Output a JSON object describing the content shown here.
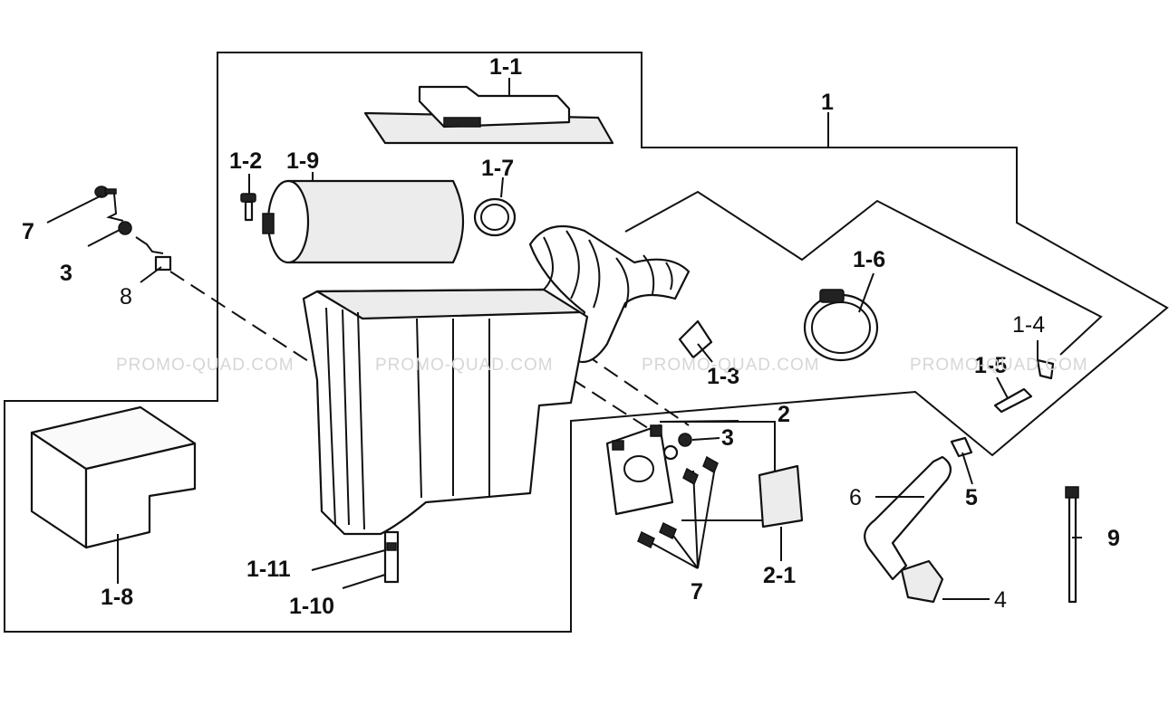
{
  "callouts": {
    "c1_1": "1-1",
    "c1": "1",
    "c1_2": "1-2",
    "c1_9": "1-9",
    "c1_7": "1-7",
    "c7a": "7",
    "c3a": "3",
    "c8": "8",
    "c1_6": "1-6",
    "c1_4": "1-4",
    "c1_5": "1-5",
    "c1_3": "1-3",
    "c2": "2",
    "c3b": "3",
    "c5": "5",
    "c6": "6",
    "c9": "9",
    "c1_8": "1-8",
    "c1_11": "1-11",
    "c1_10": "1-10",
    "c2_1": "2-1",
    "c7b": "7",
    "c4": "4"
  },
  "watermark": "PROMO-QUAD.COM"
}
